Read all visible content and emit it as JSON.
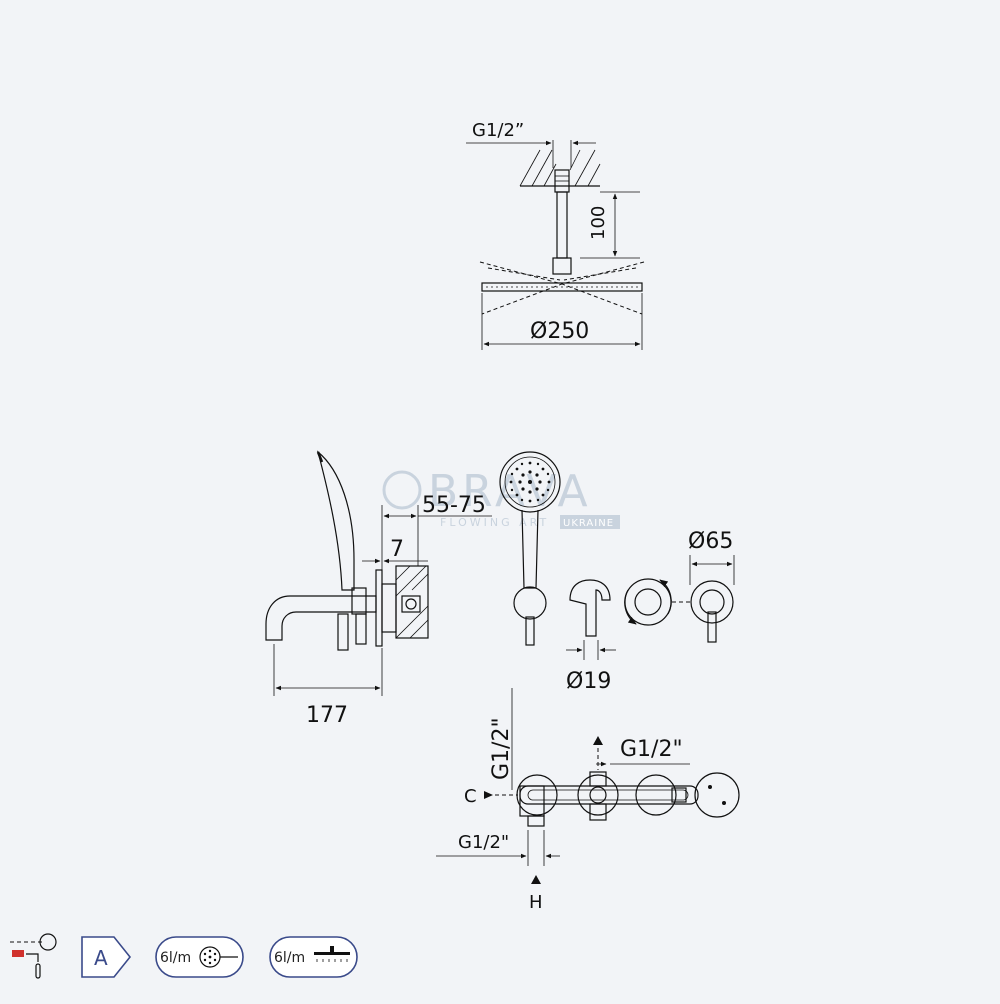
{
  "watermark": {
    "brand": "BRAVA",
    "tagline": "FLOWING ART",
    "region": "UKRAINE"
  },
  "dimensions": {
    "ceiling_thread": "G1/2”",
    "arm_length": "100",
    "head_diameter": "Ø250",
    "projection_range": "55-75",
    "wall_plate_depth": "7",
    "spout_length": "177",
    "handle_diameter": "Ø19",
    "rosette_diameter": "Ø65",
    "inlet_vertical": "G1/2\"",
    "outlet_right": "G1/2\"",
    "inlet_bottom": "G1/2\"",
    "cold_label": "C",
    "hot_label": "H"
  },
  "badges": {
    "energy_class": "A",
    "handshower_flow": "6l/m",
    "overhead_flow": "6l/m"
  },
  "colors": {
    "background": "#f2f4f7",
    "line": "#111111",
    "badge_border": "#3a4a8a",
    "accent_red": "#d0312d"
  }
}
